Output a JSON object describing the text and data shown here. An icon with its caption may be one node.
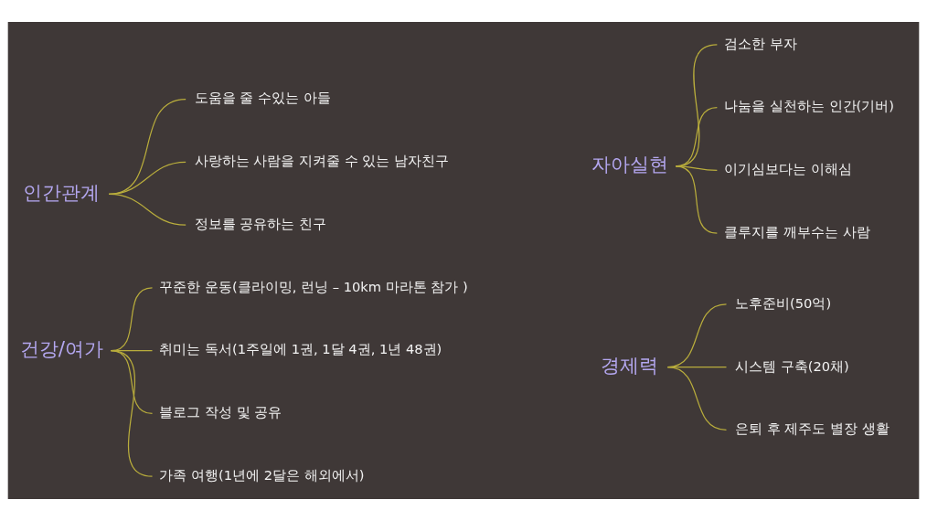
{
  "diagram": {
    "nodes": [
      {
        "text": [
          "인간관계"
        ]
      },
      {
        "text": [
          "도움을 줄 수있는 아들"
        ]
      },
      {
        "text": [
          "사랑하는 사람을 지켜줄 수 있는 남자친구"
        ]
      },
      {
        "text": [
          "정보를 공유하는 친구"
        ]
      },
      {
        "text": [
          "자아실현"
        ]
      },
      {
        "text": [
          "검소한 부자"
        ]
      },
      {
        "text": [
          "나눔을 실천하는 인간(기버)"
        ]
      },
      {
        "text": [
          "이기심보다는 이해심"
        ]
      },
      {
        "text": [
          "클루지를 깨부수는 사람"
        ]
      },
      {
        "text": [
          "건강/여가"
        ]
      },
      {
        "text": [
          "꾸준한 운동(클라이밍, 런닝 – 10km 마라톤 참가 )"
        ]
      },
      {
        "text": [
          "취미는 독서(1주일에 1권, 1달 4권, 1년 48권)"
        ]
      },
      {
        "text": [
          "블로그 작성 및 공유"
        ]
      },
      {
        "text": [
          "가족 여행(1년에 2달은 해외에서)"
        ]
      },
      {
        "text": [
          "경제력"
        ]
      },
      {
        "text": [
          "노후준비(50억)"
        ]
      },
      {
        "text": [
          "시스템 구축(20채)"
        ]
      },
      {
        "text": [
          "은퇴 후 제주도 별장 생활"
        ]
      }
    ],
    "edges": [
      {
        "from": 0,
        "to": 1,
        "arrow": "none"
      },
      {
        "from": 0,
        "to": 2,
        "arrow": "none"
      },
      {
        "from": 0,
        "to": 3,
        "arrow": "none"
      },
      {
        "from": 4,
        "to": 5,
        "arrow": "none"
      },
      {
        "from": 4,
        "to": 6,
        "arrow": "none"
      },
      {
        "from": 4,
        "to": 7,
        "arrow": "none"
      },
      {
        "from": 4,
        "to": 8,
        "arrow": "none"
      },
      {
        "from": 9,
        "to": 10,
        "arrow": "none"
      },
      {
        "from": 9,
        "to": 11,
        "arrow": "none"
      },
      {
        "from": 9,
        "to": 12,
        "arrow": "none"
      },
      {
        "from": 9,
        "to": 13,
        "arrow": "none"
      },
      {
        "from": 14,
        "to": 15,
        "arrow": "none"
      },
      {
        "from": 14,
        "to": 16,
        "arrow": "none"
      },
      {
        "from": 14,
        "to": 17,
        "arrow": "none"
      }
    ]
  }
}
